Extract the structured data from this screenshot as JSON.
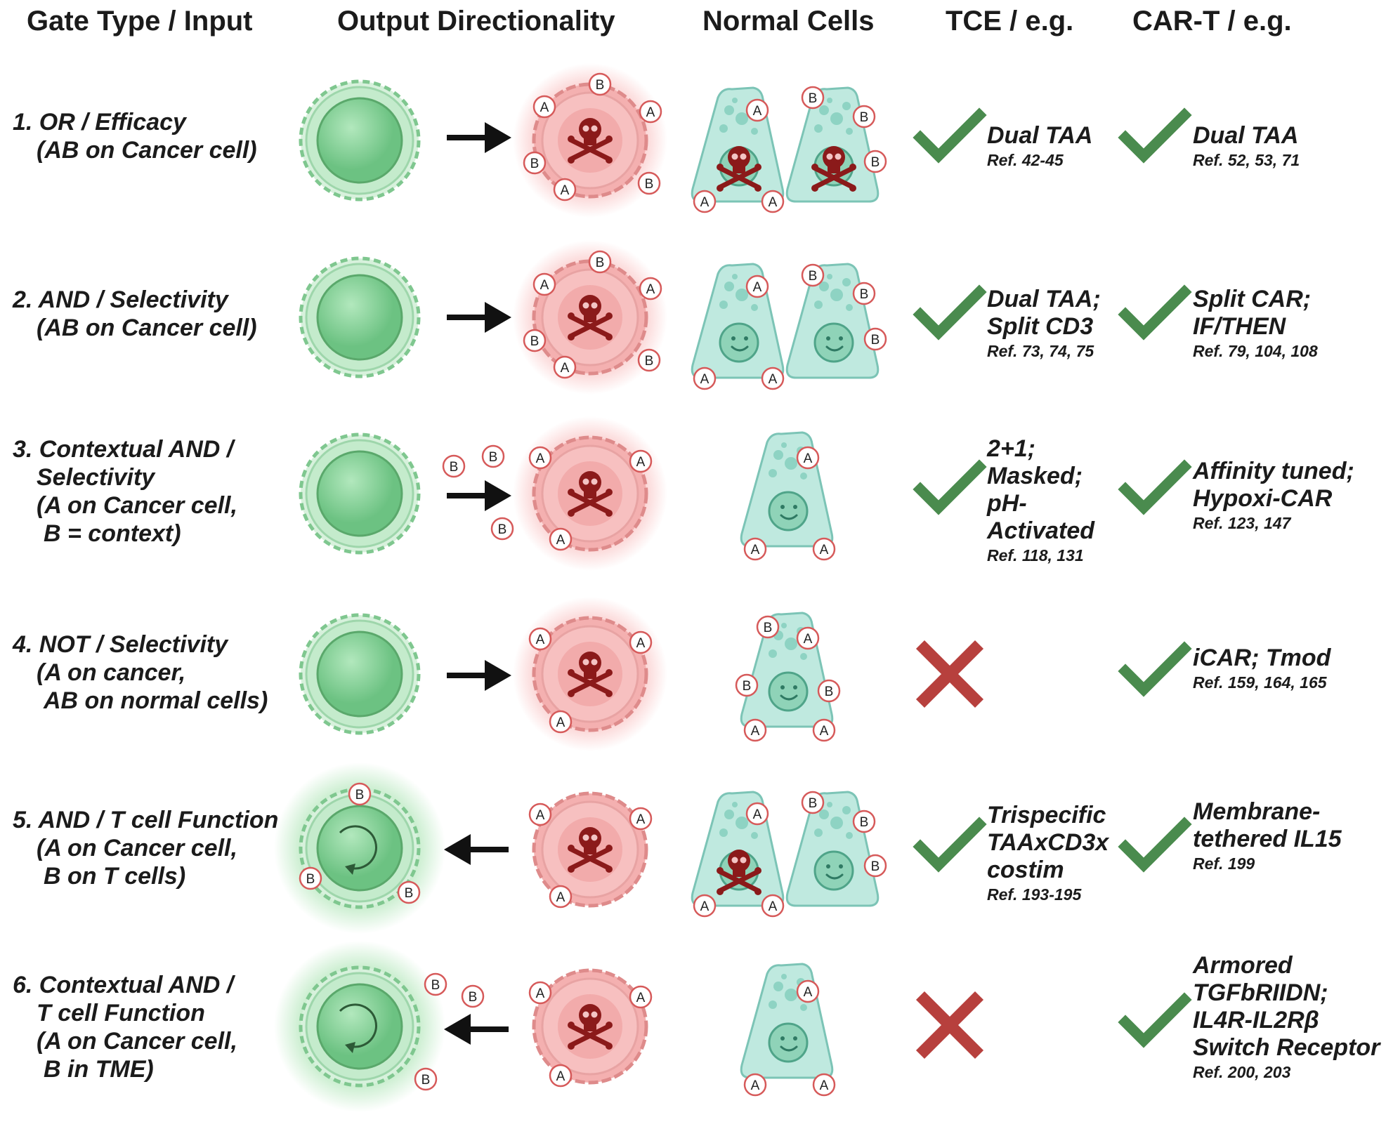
{
  "headers": {
    "gate": "Gate Type / Input",
    "output": "Output Directionality",
    "normal": "Normal Cells",
    "tce": "TCE / e.g.",
    "cart": "CAR-T / e.g."
  },
  "marker_labels": {
    "a": "A",
    "b": "B"
  },
  "colors": {
    "check": "#4a8b4e",
    "cross": "#b7403d",
    "tcell": "#8fd19f",
    "cancer": "#f2a3a3",
    "normal_cell": "#b8e6dc",
    "skull": "#8b1a1a",
    "arrow": "#111111"
  },
  "rows": [
    {
      "gate": [
        "1. OR / Efficacy",
        "(AB on Cancer cell)"
      ],
      "output_direction": "toward-cancer",
      "tce": {
        "status": "check",
        "lines": [
          "Dual TAA"
        ],
        "ref": "Ref. 42-45"
      },
      "cart": {
        "status": "check",
        "lines": [
          "Dual TAA"
        ],
        "ref": "Ref. 52, 53, 71"
      }
    },
    {
      "gate": [
        "2. AND / Selectivity",
        "(AB on Cancer cell)"
      ],
      "output_direction": "toward-cancer",
      "tce": {
        "status": "check",
        "lines": [
          "Dual TAA;",
          "Split CD3"
        ],
        "ref": "Ref. 73, 74, 75"
      },
      "cart": {
        "status": "check",
        "lines": [
          "Split CAR;",
          "IF/THEN"
        ],
        "ref": "Ref. 79, 104, 108"
      }
    },
    {
      "gate": [
        "3. Contextual AND /",
        "Selectivity",
        "(A on Cancer cell,",
        "B = context)"
      ],
      "output_direction": "toward-cancer",
      "tce": {
        "status": "check",
        "lines": [
          "2+1;",
          "Masked;",
          "pH-",
          "Activated"
        ],
        "ref": "Ref. 118, 131"
      },
      "cart": {
        "status": "check",
        "lines": [
          "Affinity tuned;",
          "Hypoxi-CAR"
        ],
        "ref": "Ref. 123, 147"
      }
    },
    {
      "gate": [
        "4. NOT / Selectivity",
        "(A on cancer,",
        "AB on normal cells)"
      ],
      "output_direction": "toward-cancer",
      "tce": {
        "status": "cross",
        "lines": [],
        "ref": ""
      },
      "cart": {
        "status": "check",
        "lines": [
          "iCAR; Tmod"
        ],
        "ref": "Ref. 159, 164, 165"
      }
    },
    {
      "gate": [
        "5. AND / T cell Function",
        "(A on Cancer cell,",
        "B on T cells)"
      ],
      "output_direction": "toward-tcell",
      "tce": {
        "status": "check",
        "lines": [
          "Trispecific",
          "TAAxCD3x",
          "costim"
        ],
        "ref": "Ref. 193-195"
      },
      "cart": {
        "status": "check",
        "lines": [
          "Membrane-",
          "tethered IL15"
        ],
        "ref": "Ref. 199"
      }
    },
    {
      "gate": [
        "6. Contextual AND /",
        "T cell Function",
        "(A on Cancer cell,",
        "B in TME)"
      ],
      "output_direction": "toward-tcell",
      "tce": {
        "status": "cross",
        "lines": [],
        "ref": ""
      },
      "cart": {
        "status": "check",
        "lines": [
          "Armored",
          "TGFbRIIDN;",
          "IL4R-IL2Rβ",
          "Switch Receptor"
        ],
        "ref": "Ref. 200, 203"
      }
    }
  ]
}
